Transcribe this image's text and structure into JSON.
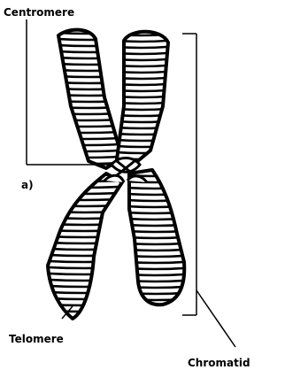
{
  "labels": {
    "centromere": "Centromere",
    "marker": "a)",
    "telomere": "Telomere",
    "chromatid": "Chromatid"
  },
  "colors": {
    "ink": "#000000",
    "fill": "#ffffff"
  }
}
